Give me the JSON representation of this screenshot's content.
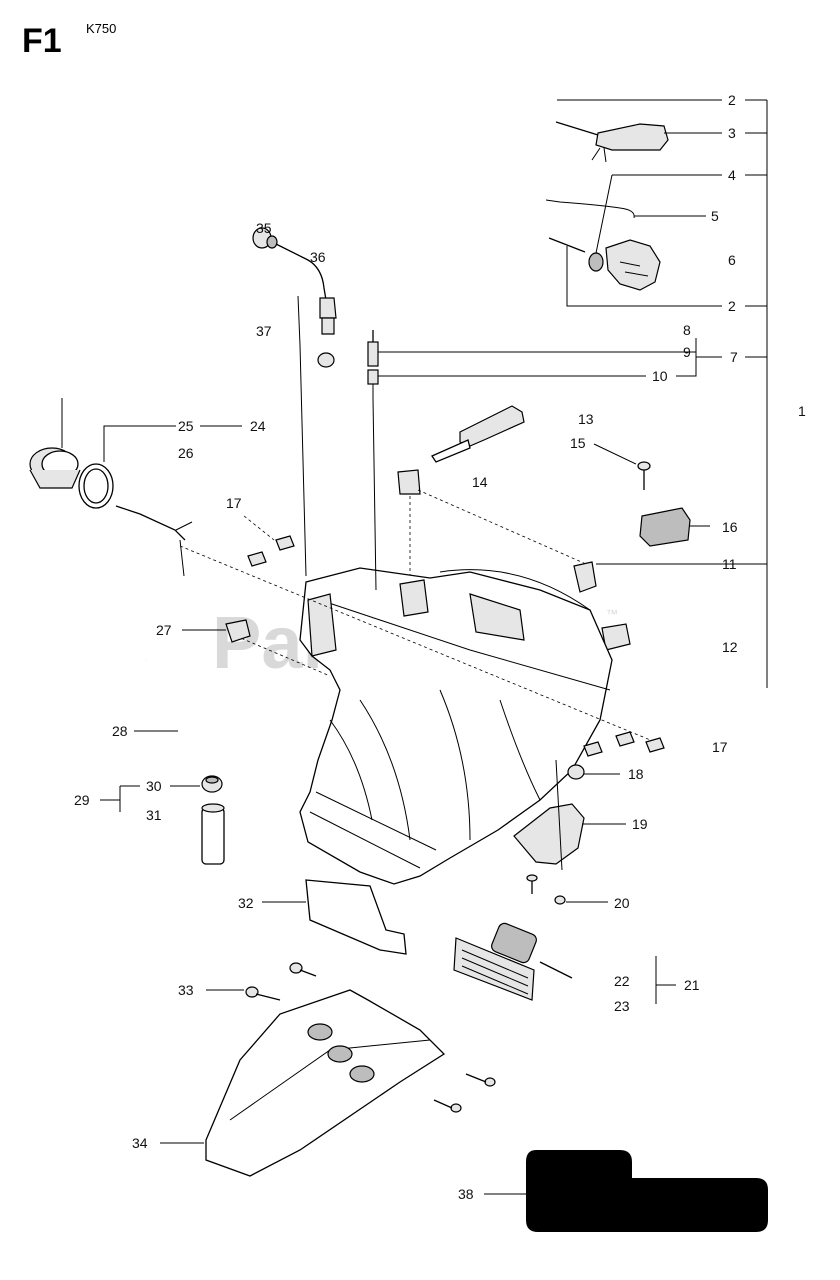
{
  "header": {
    "section": "F1",
    "model": "K750"
  },
  "watermark": {
    "text": "PartsTree",
    "tm": "™"
  },
  "callouts": {
    "c1": "1",
    "c2a": "2",
    "c2b": "2",
    "c3": "3",
    "c4": "4",
    "c5": "5",
    "c6": "6",
    "c7": "7",
    "c8": "8",
    "c9": "9",
    "c10": "10",
    "c11": "11",
    "c12": "12",
    "c13": "13",
    "c14": "14",
    "c15": "15",
    "c16": "16",
    "c17a": "17",
    "c17b": "17",
    "c18": "18",
    "c19": "19",
    "c20": "20",
    "c21": "21",
    "c22": "22",
    "c23": "23",
    "c24": "24",
    "c25": "25",
    "c26": "26",
    "c27": "27",
    "c28": "28",
    "c29": "29",
    "c30": "30",
    "c31": "31",
    "c32": "32",
    "c33": "33",
    "c34": "34",
    "c35": "35",
    "c36": "36",
    "c37": "37",
    "c38": "38"
  }
}
